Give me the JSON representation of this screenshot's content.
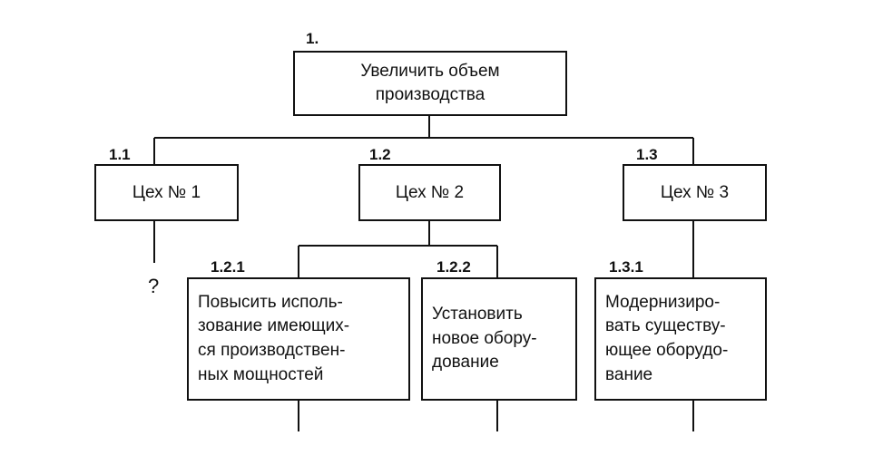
{
  "root": {
    "number": "1.",
    "lines": [
      "Увеличить объем",
      "производства"
    ]
  },
  "workshops": [
    {
      "number": "1.1",
      "label": "Цех № 1"
    },
    {
      "number": "1.2",
      "label": "Цех № 2"
    },
    {
      "number": "1.3",
      "label": "Цех № 3"
    }
  ],
  "subtasks": [
    {
      "number": "1.2.1",
      "lines": [
        "Повысить исполь-",
        "зование имеющих-",
        "ся производствен-",
        "ных мощностей"
      ]
    },
    {
      "number": "1.2.2",
      "lines": [
        "Установить",
        "новое обору-",
        "дование"
      ]
    },
    {
      "number": "1.3.1",
      "lines": [
        "Модернизиро-",
        "вать существу-",
        "ющее оборудо-",
        "вание"
      ]
    }
  ],
  "unknown_branch": "?",
  "colors": {
    "line": "#111111",
    "background": "#ffffff"
  }
}
